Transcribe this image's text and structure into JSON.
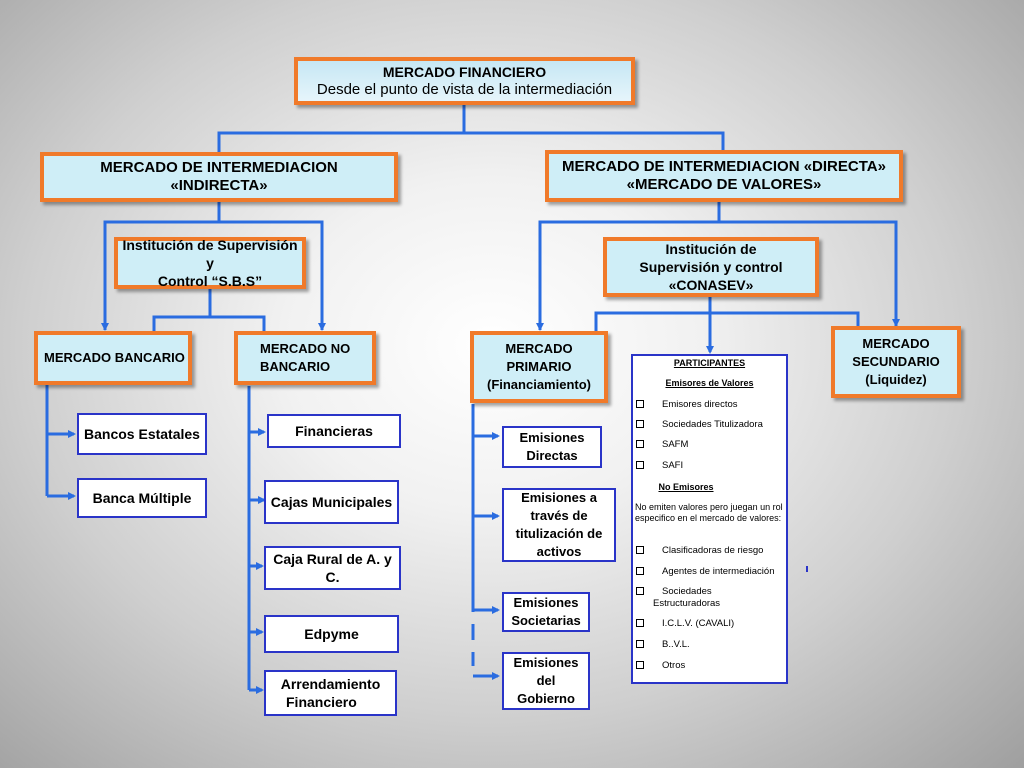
{
  "root": {
    "line1": "MERCADO FINANCIERO",
    "line2": "Desde el punto de vista de la intermediación"
  },
  "indirecta": {
    "line1": "MERCADO DE INTERMEDIACION",
    "line2": "«INDIRECTA»"
  },
  "directa": {
    "line1": "MERCADO DE INTERMEDIACION «DIRECTA»",
    "line2": "«MERCADO DE VALORES»"
  },
  "sbs": {
    "line1": "Institución de Supervisión y",
    "line2": "Control “S.B.S”"
  },
  "conasev": {
    "line1": "Institución de",
    "line2": "Supervisión y control",
    "line3": "«CONASEV»"
  },
  "bancario": {
    "label": "MERCADO BANCARIO"
  },
  "nobancario": {
    "line1": "MERCADO NO",
    "line2": "BANCARIO"
  },
  "primario": {
    "line1": "MERCADO",
    "line2": "PRIMARIO",
    "line3": "(Financiamiento)"
  },
  "secundario": {
    "line1": "MERCADO",
    "line2": "SECUNDARIO",
    "line3": "(Liquidez)"
  },
  "bancario_items": [
    "Bancos Estatales",
    "Banca Múltiple"
  ],
  "nobancario_items": {
    "financieras": "Financieras",
    "cajas": "Cajas Municipales",
    "rural": "Caja Rural de A. y C.",
    "edpyme": "Edpyme",
    "arrend1": "Arrendamiento",
    "arrend2": "Financiero"
  },
  "primario_items": {
    "directas1": "Emisiones",
    "directas2": "Directas",
    "tit1": "Emisiones a",
    "tit2": "través de",
    "tit3": "titulización de",
    "tit4": "activos",
    "soc1": "Emisiones",
    "soc2": "Societarias",
    "gob1": "Emisiones",
    "gob2": "del",
    "gob3": "Gobierno"
  },
  "participantes": {
    "title": "PARTICIPANTES",
    "emisores_title": "Emisores de Valores",
    "emisores": [
      "Emisores directos",
      "Sociedades Titulizadora",
      "SAFM",
      "SAFI"
    ],
    "no_emisores_title": "No Emisores",
    "no_emisores_desc": "No emiten valores pero juegan un rol especifico en el mercado de valores:",
    "no_emisores": [
      "Clasificadoras de riesgo",
      "Agentes de intermediación",
      "Sociedades",
      "Estructuradoras",
      "I.C.L.V. (CAVALI)",
      "B..V.L.",
      "Otros"
    ]
  },
  "colors": {
    "orange_border": "#f07a2a",
    "blue_line": "#2a34c8",
    "box_fill": "#cfeef7"
  }
}
